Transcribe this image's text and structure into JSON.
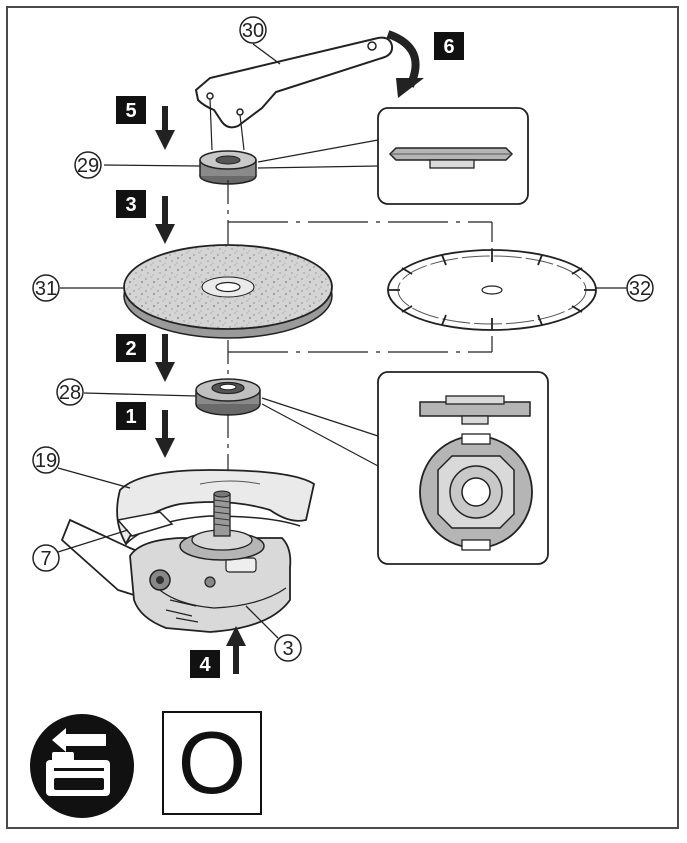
{
  "labels": {
    "spanner": "30",
    "clamp_nut": "29",
    "grinding_disc": "31",
    "diamond_blade": "32",
    "flange": "28",
    "guard": "19",
    "lever": "7",
    "lock_button": "3"
  },
  "steps": {
    "s1": "1",
    "s2": "2",
    "s3": "3",
    "s4": "4",
    "s5": "5",
    "s6": "6"
  },
  "mode_indicator": "O",
  "icons": {
    "battery_removal": "remove-battery-icon"
  },
  "colors": {
    "line": "#222222",
    "fill_light": "#d9d9d9",
    "fill_mid": "#b5b5b5",
    "fill_dark": "#6a6a6a",
    "step_box": "#111111"
  }
}
